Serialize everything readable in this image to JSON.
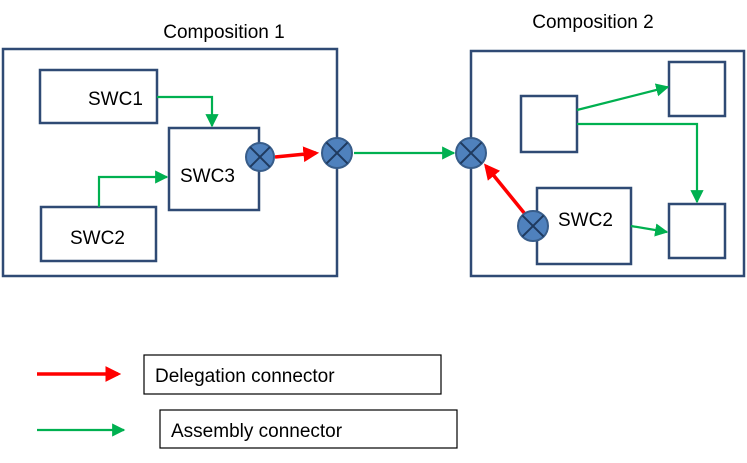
{
  "compositions": [
    {
      "title": "Composition 1"
    },
    {
      "title": "Composition 2"
    }
  ],
  "components": {
    "comp1_swc1": "SWC1",
    "comp1_swc2": "SWC2",
    "comp1_swc3": "SWC3",
    "comp2_swc2": "SWC2"
  },
  "legend": {
    "delegation_label": "Delegation connector",
    "assembly_label": "Assembly connector"
  },
  "colors": {
    "delegation": "#ff0000",
    "assembly": "#00b050",
    "port_fill": "#4f81bd",
    "box_stroke": "#2f4a74"
  },
  "icons": {
    "port": "delegation-port-x-icon"
  }
}
